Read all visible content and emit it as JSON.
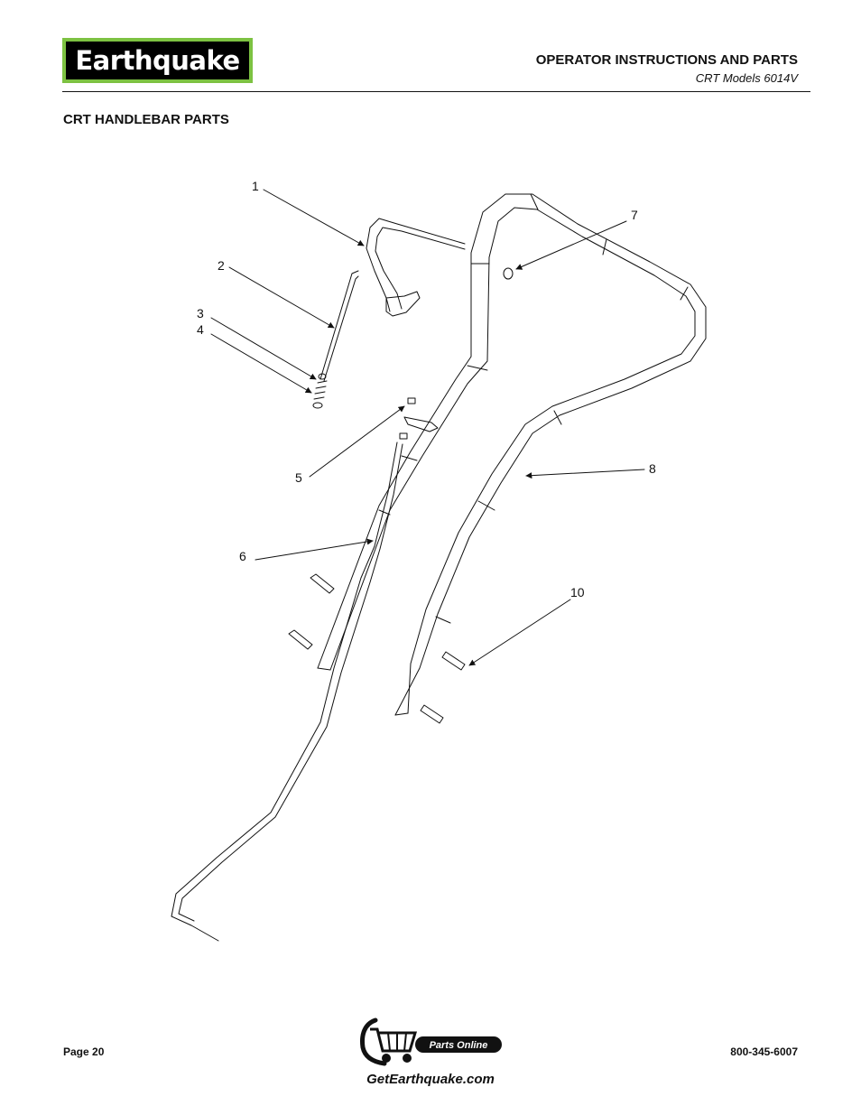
{
  "header": {
    "logo_text": "Earthquake",
    "title": "OPERATOR INSTRUCTIONS AND PARTS",
    "subtitle": "CRT Models 6014V"
  },
  "section_title": "CRT HANDLEBAR PARTS",
  "callouts": [
    "1",
    "2",
    "3",
    "4",
    "5",
    "6",
    "7",
    "8",
    "10"
  ],
  "footer": {
    "page": "Page 20",
    "phone": "800-345-6007",
    "parts_badge": "Parts Online",
    "website": "GetEarthquake.com"
  },
  "colors": {
    "logo_border": "#7dc242",
    "logo_bg": "#000000",
    "ink": "#111111"
  }
}
